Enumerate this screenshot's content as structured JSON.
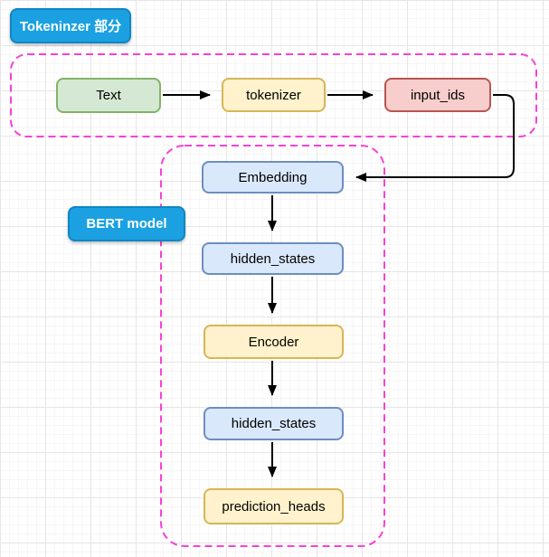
{
  "canvas": {
    "background": "#ffffff",
    "grid_minor_color": "#f7f5f6",
    "grid_major_color": "#e7e5e6"
  },
  "boundaries": {
    "dash_color": "#f741d4",
    "tokenizer_section": "tokenizer pipeline group",
    "bert_model_section": "bert model group"
  },
  "badges": {
    "tokenizer_section": {
      "label": "Tokeninzer 部分",
      "fill": "#1ba1e2",
      "border": "#0f86c4",
      "text_color": "#ffffff"
    },
    "bert_model": {
      "label": "BERT model",
      "fill": "#1ba1e2",
      "border": "#0f86c4",
      "text_color": "#ffffff"
    }
  },
  "nodes": {
    "text": {
      "label": "Text",
      "fill": "#d5e8d4",
      "border": "#82b366"
    },
    "tokenizer": {
      "label": "tokenizer",
      "fill": "#fff2cc",
      "border": "#d6b656"
    },
    "input_ids": {
      "label": "input_ids",
      "fill": "#f8cecc",
      "border": "#b85450"
    },
    "embedding": {
      "label": "Embedding",
      "fill": "#dae8fc",
      "border": "#6c8ebf"
    },
    "hidden_states_1": {
      "label": "hidden_states",
      "fill": "#dae8fc",
      "border": "#6c8ebf"
    },
    "encoder": {
      "label": "Encoder",
      "fill": "#fff2cc",
      "border": "#d6b656"
    },
    "hidden_states_2": {
      "label": "hidden_states",
      "fill": "#dae8fc",
      "border": "#6c8ebf"
    },
    "prediction_heads": {
      "label": "prediction_heads",
      "fill": "#fff2cc",
      "border": "#d6b656"
    }
  },
  "edges": [
    {
      "from": "Text",
      "to": "tokenizer"
    },
    {
      "from": "tokenizer",
      "to": "input_ids"
    },
    {
      "from": "input_ids",
      "to": "Embedding"
    },
    {
      "from": "Embedding",
      "to": "hidden_states"
    },
    {
      "from": "hidden_states",
      "to": "Encoder"
    },
    {
      "from": "Encoder",
      "to": "hidden_states"
    },
    {
      "from": "hidden_states",
      "to": "prediction_heads"
    }
  ]
}
